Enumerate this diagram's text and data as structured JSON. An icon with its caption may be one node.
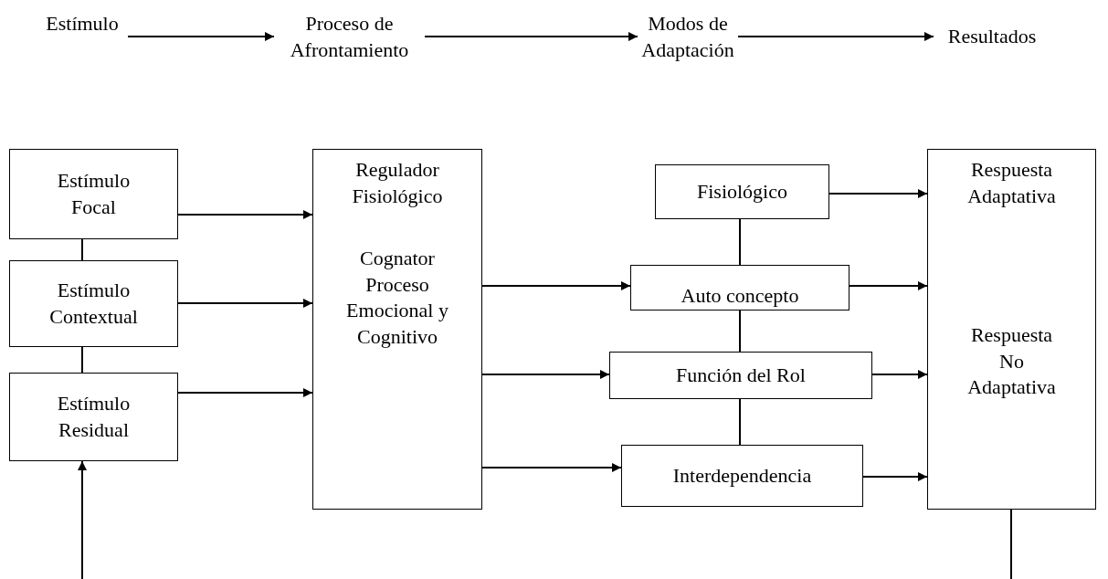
{
  "diagram": {
    "nodes": [
      {
        "text": [
          "Estímulo"
        ]
      },
      {
        "text": [
          "Proceso de Afrontamiento"
        ]
      },
      {
        "text": [
          "Modos de Adaptación"
        ]
      },
      {
        "text": [
          "Resultados"
        ]
      },
      {
        "text": [
          "Estímulo Focal"
        ]
      },
      {
        "text": [
          "Estímulo Contextual"
        ]
      },
      {
        "text": [
          "Estímulo Residual"
        ]
      },
      {
        "text": [
          "Regulador Fisiológico",
          "Cognator Proceso Emocional y Cognitivo"
        ]
      },
      {
        "text": [
          "Fisiológico"
        ]
      },
      {
        "text": [
          "Auto concepto"
        ]
      },
      {
        "text": [
          "Función del Rol"
        ]
      },
      {
        "text": [
          "Interdependencia"
        ]
      },
      {
        "text": [
          "Respuesta Adaptativa",
          "Respuesta No Adaptativa"
        ]
      }
    ],
    "edges": [
      {
        "from": 0,
        "to": 1,
        "arrow": "to"
      },
      {
        "from": 1,
        "to": 2,
        "arrow": "to"
      },
      {
        "from": 2,
        "to": 3,
        "arrow": "to"
      },
      {
        "from": 4,
        "to": 7,
        "arrow": "to"
      },
      {
        "from": 5,
        "to": 7,
        "arrow": "to"
      },
      {
        "from": 6,
        "to": 7,
        "arrow": "to"
      },
      {
        "from": 7,
        "to": 9,
        "arrow": "to"
      },
      {
        "from": 7,
        "to": 10,
        "arrow": "to"
      },
      {
        "from": 7,
        "to": 11,
        "arrow": "to"
      },
      {
        "from": 8,
        "to": 12,
        "arrow": "to"
      },
      {
        "from": 9,
        "to": 12,
        "arrow": "to"
      },
      {
        "from": 10,
        "to": 12,
        "arrow": "to"
      },
      {
        "from": 11,
        "to": 12,
        "arrow": "to"
      },
      {
        "from": 4,
        "to": 5,
        "arrow": "none"
      },
      {
        "from": 5,
        "to": 6,
        "arrow": "none"
      },
      {
        "from": 8,
        "to": 9,
        "arrow": "none"
      },
      {
        "from": 9,
        "to": 10,
        "arrow": "none"
      },
      {
        "from": 10,
        "to": 11,
        "arrow": "none"
      },
      {
        "from": null,
        "to": 6,
        "arrow": "to"
      },
      {
        "from": 12,
        "to": null,
        "arrow": "none"
      }
    ]
  }
}
